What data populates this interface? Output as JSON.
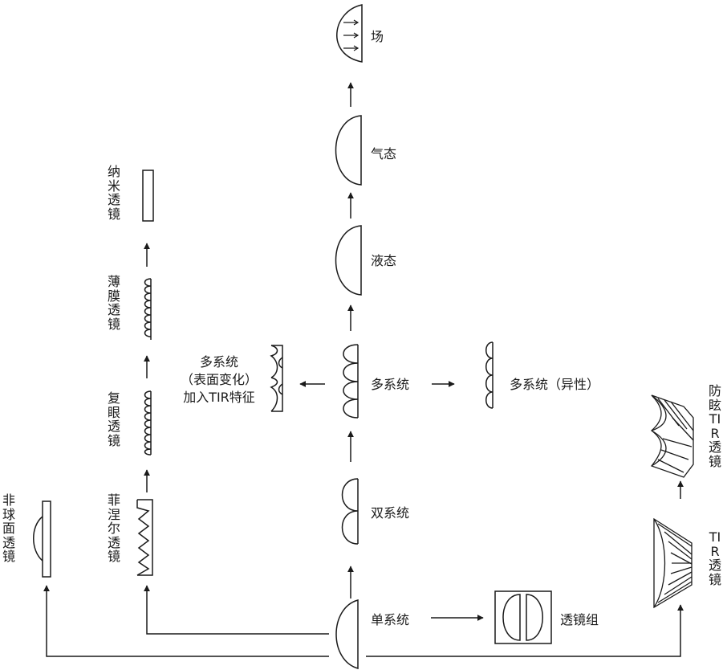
{
  "colors": {
    "ink": "#1a1a1a",
    "background": "#ffffff"
  },
  "nodes": {
    "field": "场",
    "gas": "气态",
    "liquid": "液态",
    "multi_system": "多系统",
    "multi_system_anisotropic": "多系统（异性）",
    "multi_system_surface": [
      "多系统",
      "（表面变化）",
      "加入TIR特征"
    ],
    "dual_system": "双系统",
    "single_system": "单系统",
    "lens_group": "透镜组",
    "nano_lens": "纳米透镜",
    "thin_film_lens": "薄膜透镜",
    "compound_eye_lens": "复眼透镜",
    "fresnel_lens": "菲涅尔透镜",
    "aspheric_lens": "非球面透镜",
    "anti_glare_tir_lens": "防眩TIR透镜",
    "tir_lens": "TIR透镜"
  }
}
